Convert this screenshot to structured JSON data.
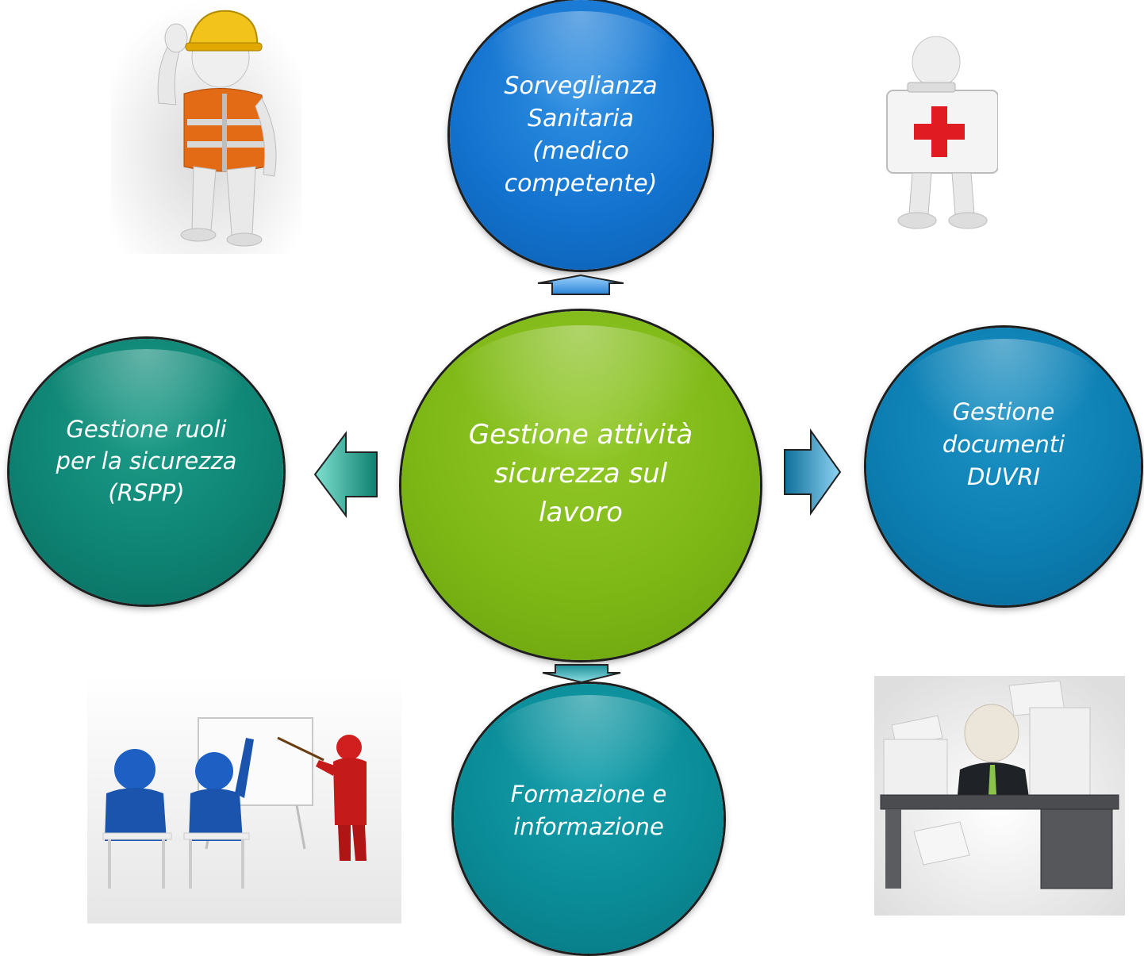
{
  "center": {
    "label": "Gestione attività\nsicurezza sul\nlavoro"
  },
  "top": {
    "label": "Sorveglianza\nSanitaria\n(medico\ncompetente)"
  },
  "left": {
    "label": "Gestione ruoli\nper la sicurezza\n(RSPP)"
  },
  "right": {
    "label": "Gestione\ndocumenti\nDUVRI"
  },
  "bottom": {
    "label": "Formazione e\ninformazione"
  },
  "colors": {
    "center": "#7eb816",
    "top": "#1373cf",
    "left": "#0e8474",
    "right": "#0c7eb2",
    "bottom": "#0a8c97"
  },
  "illustrations": [
    "worker-helmet-vest-figure",
    "first-aid-kit-figure",
    "classroom-training-figures",
    "office-desk-paperwork-figure"
  ]
}
